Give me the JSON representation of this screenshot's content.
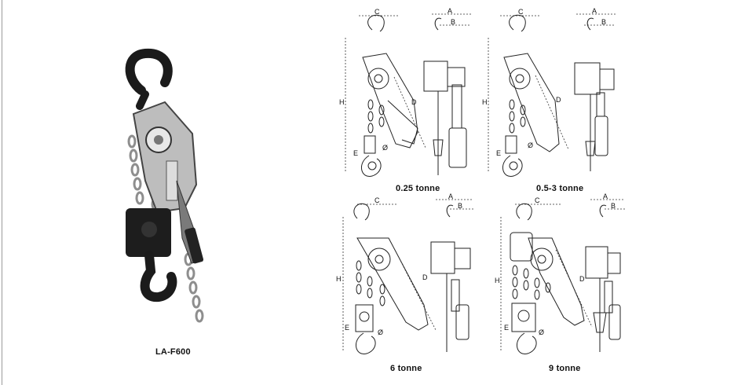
{
  "product": {
    "model_label": "LA-F600"
  },
  "diagrams": [
    {
      "caption": "0.25 tonne",
      "labels": {
        "a": "A",
        "b": "B",
        "c": "C",
        "d": "D",
        "h": "H",
        "e": "E",
        "phi": "Ø"
      }
    },
    {
      "caption": "0.5-3 tonne",
      "labels": {
        "a": "A",
        "b": "B",
        "c": "C",
        "d": "D",
        "h": "H",
        "e": "E",
        "phi": "Ø"
      }
    },
    {
      "caption": "6 tonne",
      "labels": {
        "a": "A",
        "b": "B",
        "c": "C",
        "d": "D",
        "h": "H",
        "e": "E",
        "phi": "Ø"
      }
    },
    {
      "caption": "9 tonne",
      "labels": {
        "a": "A",
        "b": "B",
        "c": "C",
        "d": "D",
        "h": "H",
        "e": "E",
        "phi": "Ø"
      }
    }
  ]
}
